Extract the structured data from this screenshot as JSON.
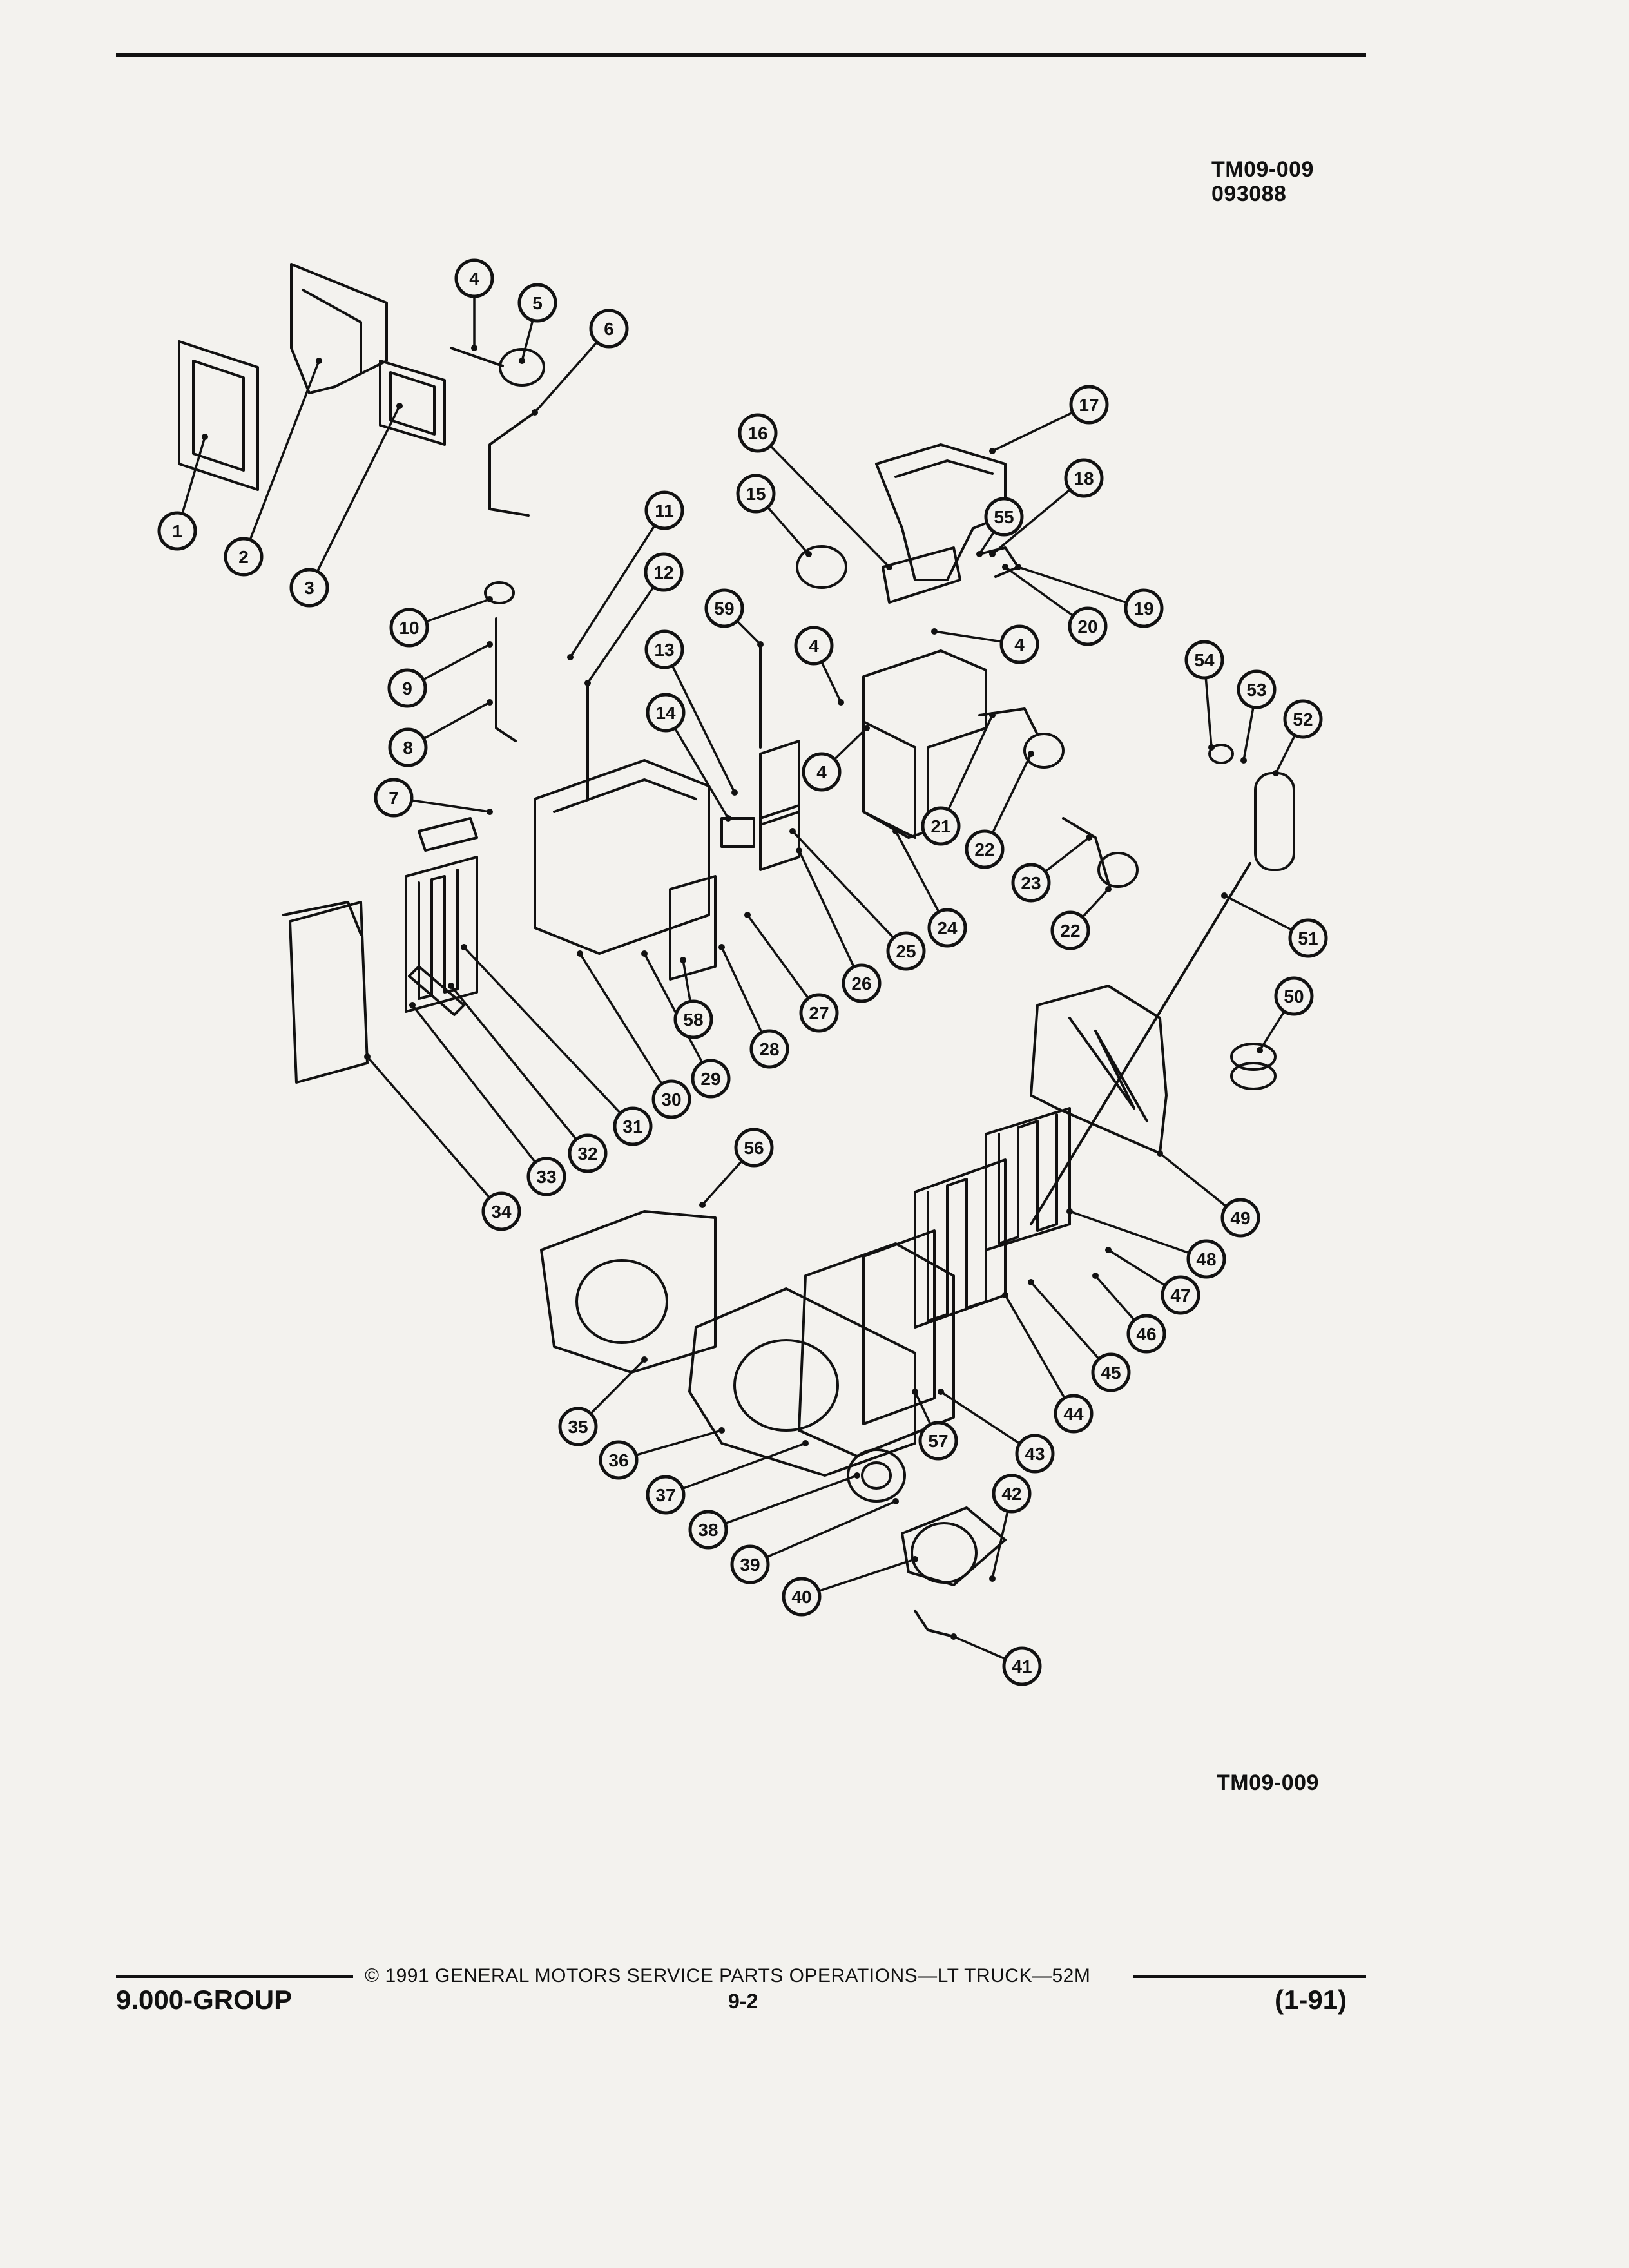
{
  "header": {
    "figure_id": "TM09-009",
    "figure_date": "093088"
  },
  "diagram": {
    "title": "",
    "callouts": [
      {
        "n": "1"
      },
      {
        "n": "2"
      },
      {
        "n": "3"
      },
      {
        "n": "4"
      },
      {
        "n": "5"
      },
      {
        "n": "6"
      },
      {
        "n": "16"
      },
      {
        "n": "17"
      },
      {
        "n": "18"
      },
      {
        "n": "15"
      },
      {
        "n": "55"
      },
      {
        "n": "19"
      },
      {
        "n": "20"
      },
      {
        "n": "4"
      },
      {
        "n": "11"
      },
      {
        "n": "12"
      },
      {
        "n": "10"
      },
      {
        "n": "9"
      },
      {
        "n": "8"
      },
      {
        "n": "59"
      },
      {
        "n": "13"
      },
      {
        "n": "14"
      },
      {
        "n": "4"
      },
      {
        "n": "4"
      },
      {
        "n": "7"
      },
      {
        "n": "54"
      },
      {
        "n": "53"
      },
      {
        "n": "52"
      },
      {
        "n": "21"
      },
      {
        "n": "22"
      },
      {
        "n": "23"
      },
      {
        "n": "22"
      },
      {
        "n": "51"
      },
      {
        "n": "24"
      },
      {
        "n": "25"
      },
      {
        "n": "26"
      },
      {
        "n": "27"
      },
      {
        "n": "28"
      },
      {
        "n": "58"
      },
      {
        "n": "29"
      },
      {
        "n": "30"
      },
      {
        "n": "31"
      },
      {
        "n": "32"
      },
      {
        "n": "33"
      },
      {
        "n": "34"
      },
      {
        "n": "50"
      },
      {
        "n": "49"
      },
      {
        "n": "48"
      },
      {
        "n": "47"
      },
      {
        "n": "46"
      },
      {
        "n": "45"
      },
      {
        "n": "44"
      },
      {
        "n": "43"
      },
      {
        "n": "57"
      },
      {
        "n": "56"
      },
      {
        "n": "35"
      },
      {
        "n": "36"
      },
      {
        "n": "37"
      },
      {
        "n": "38"
      },
      {
        "n": "39"
      },
      {
        "n": "40"
      },
      {
        "n": "42"
      },
      {
        "n": "41"
      }
    ]
  },
  "caption": {
    "figure_id": "TM09-009"
  },
  "footer": {
    "copyright": "© 1991 GENERAL MOTORS SERVICE PARTS OPERATIONS—LT TRUCK—52M",
    "group": "9.000-GROUP",
    "page_number": "9-2",
    "revision": "(1-91)"
  },
  "colors": {
    "ink": "#111111",
    "paper": "#f3f2ee"
  }
}
